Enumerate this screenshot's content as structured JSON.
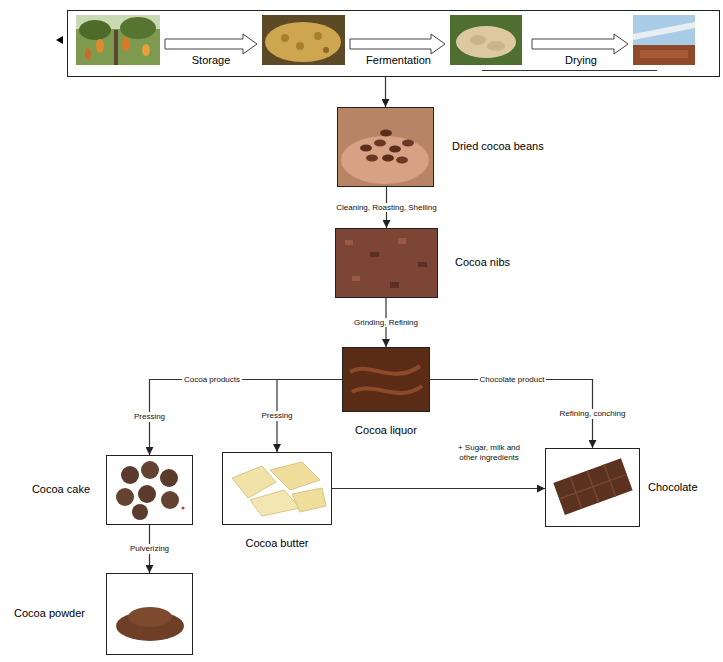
{
  "diagram": {
    "nodes": [
      {
        "text": [
          "Storage",
          "Fermentation",
          "Drying"
        ]
      },
      {
        "text": [
          "Dried cocoa beans"
        ]
      },
      {
        "text": [
          "Cocoa nibs"
        ]
      },
      {
        "text": [
          "Cocoa liquor"
        ]
      },
      {
        "text": [
          "Cocoa cake"
        ]
      },
      {
        "text": [
          "Cocoa butter"
        ]
      },
      {
        "text": [
          "Chocolate"
        ]
      },
      {
        "text": [
          "Cocoa powder"
        ]
      }
    ],
    "edges": [
      {
        "from": 0,
        "to": 1,
        "arrow": "to"
      },
      {
        "from": 1,
        "to": 2,
        "label": "Cleaning, Roasting, Shelling",
        "arrow": "to"
      },
      {
        "from": 2,
        "to": 3,
        "label": "Grinding, Refining",
        "arrow": "to"
      },
      {
        "from": 3,
        "to": 4,
        "label": "Pressing",
        "arrow": "to"
      },
      {
        "from": 3,
        "to": 5,
        "label": "Pressing",
        "arrow": "to"
      },
      {
        "from": 3,
        "to": 6,
        "label": "Refining, conching",
        "arrow": "to"
      },
      {
        "from": 5,
        "to": 6,
        "label": "+ Sugar, milk and other ingredients",
        "arrow": "to"
      },
      {
        "from": 4,
        "to": 7,
        "label": "Pulverizing",
        "arrow": "to"
      }
    ],
    "labels": [
      "Cocoa products",
      "Chocolate product"
    ]
  }
}
